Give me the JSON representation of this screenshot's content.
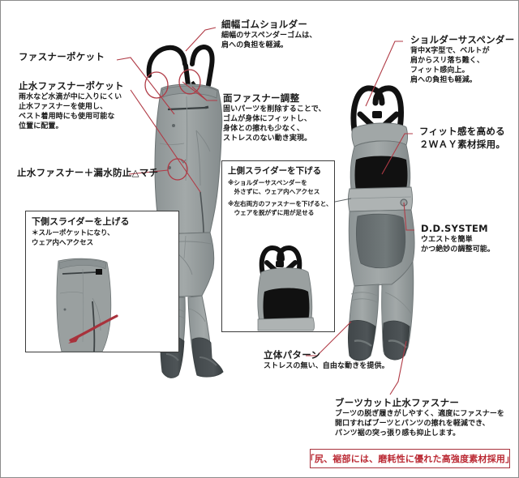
{
  "diagram": {
    "type": "product-feature-callout",
    "subject": "fishing bib pants / waders technical illustration",
    "colors": {
      "leader_line": "#b03a45",
      "highlight_circle": "#b03a45",
      "garment_light": "#9aa0a0",
      "garment_mid": "#6e7576",
      "garment_dark": "#4a5052",
      "strap_black": "#111111",
      "red_text": "#bb2b35",
      "frame": "#8c8c8c"
    }
  },
  "annotations": {
    "zipper_pocket": {
      "title": "ファスナーポケット",
      "body": []
    },
    "waterproof_zipper_pocket": {
      "title": "止水ファスナーポケット",
      "body": [
        "雨水など水滴が中に入りにくい",
        "止水ファスナーを使用し、",
        "ベスト着用時にも使用可能な",
        "位置に配置。"
      ]
    },
    "waterproof_zipper_gusset": {
      "title": "止水ファスナー＋漏水防止△マチ",
      "body": []
    },
    "narrow_rubber_shoulder": {
      "title": "細幅ゴムショルダー",
      "body": [
        "細幅のサスペンダーゴムは、",
        "肩への負担を軽減。"
      ]
    },
    "hook_loop_adjust": {
      "title": "面ファスナー調整",
      "body": [
        "固いパーツを削除することで、",
        "ゴムが身体にフィットし、",
        "身体との擦れも少なく、",
        "ストレスのない動き実現。"
      ]
    },
    "shoulder_suspender": {
      "title": "ショルダーサスペンダー",
      "body": [
        "背中X字型で、ベルトが",
        "肩からスリ落ち難く、",
        "フィット感向上。",
        "肩への負担も軽減。"
      ]
    },
    "two_way_material": {
      "title": "フィット感を高める",
      "title2": "２ＷＡＹ素材採用。",
      "body": []
    },
    "dd_system": {
      "title": "D.D.SYSTEM",
      "body": [
        "ウエストを簡単",
        "かつ絶妙の調整可能。"
      ]
    },
    "three_d_pattern": {
      "title": "立体パターン",
      "body": [
        "ストレスの無い、自由な動きを提供。"
      ]
    },
    "boot_cut_waterproof_zipper": {
      "title": "ブーツカット止水ファスナー",
      "body": [
        "ブーツの脱ぎ履きがしやすく、適度にファスナーを",
        "開口すればブーツとパンツの擦れを軽減でき、",
        "パンツ裾の突っ張り感も抑止します。"
      ]
    }
  },
  "insets": {
    "lower_slider": {
      "title": "下側スライダーを上げる",
      "body": [
        "＊スルーポケットになり、",
        "ウェア内へアクセス"
      ]
    },
    "upper_slider": {
      "title": "上側スライダーを下げる",
      "body": [
        "※ショルダーサスペンダーを",
        "　外さずに、ウェア内へアクセス",
        "※左右両方のファスナーを下げると、",
        "　ウェアを脱がずに用が足せる"
      ]
    }
  },
  "footer_note": {
    "text": "「尻、裾部には、磨耗性に優れた高強度素材採用」"
  }
}
